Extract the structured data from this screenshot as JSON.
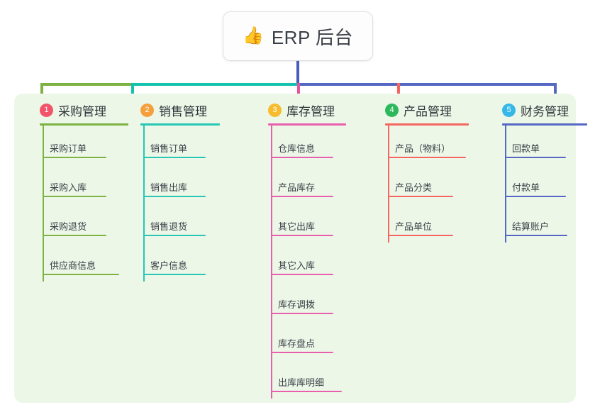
{
  "diagram": {
    "type": "mindmap",
    "root": {
      "emoji": "👍",
      "emoji_name": "thumbs-up-emoji",
      "title": "ERP 后台"
    },
    "panel_color": "#edf7e8",
    "stem_color": "#4a5bbf",
    "branches": [
      {
        "index": "1",
        "title": "采购管理",
        "badge_color": "#f2556a",
        "accent_color": "#7cb342",
        "connector_color": "#7cb342",
        "items": [
          "采购订单",
          "采购入库",
          "采购退货",
          "供应商信息"
        ]
      },
      {
        "index": "2",
        "title": "销售管理",
        "badge_color": "#f5a03c",
        "accent_color": "#27c7b4",
        "connector_color": "#14c2ad",
        "items": [
          "销售订单",
          "销售出库",
          "销售退货",
          "客户信息"
        ]
      },
      {
        "index": "3",
        "title": "库存管理",
        "badge_color": "#f7bb2e",
        "accent_color": "#e85fae",
        "connector_color": "#e8529f",
        "items": [
          "仓库信息",
          "产品库存",
          "其它出库",
          "其它入库",
          "库存调拨",
          "库存盘点",
          "出库库明细"
        ]
      },
      {
        "index": "4",
        "title": "产品管理",
        "badge_color": "#2eb85c",
        "accent_color": "#f4665f",
        "connector_color": "#f4665f",
        "items": [
          "产品（物料）",
          "产品分类",
          "产品单位"
        ]
      },
      {
        "index": "5",
        "title": "财务管理",
        "badge_color": "#35b8e8",
        "accent_color": "#5468c4",
        "connector_color": "#5468c4",
        "items": [
          "回款单",
          "付款单",
          "结算账户"
        ]
      }
    ]
  }
}
